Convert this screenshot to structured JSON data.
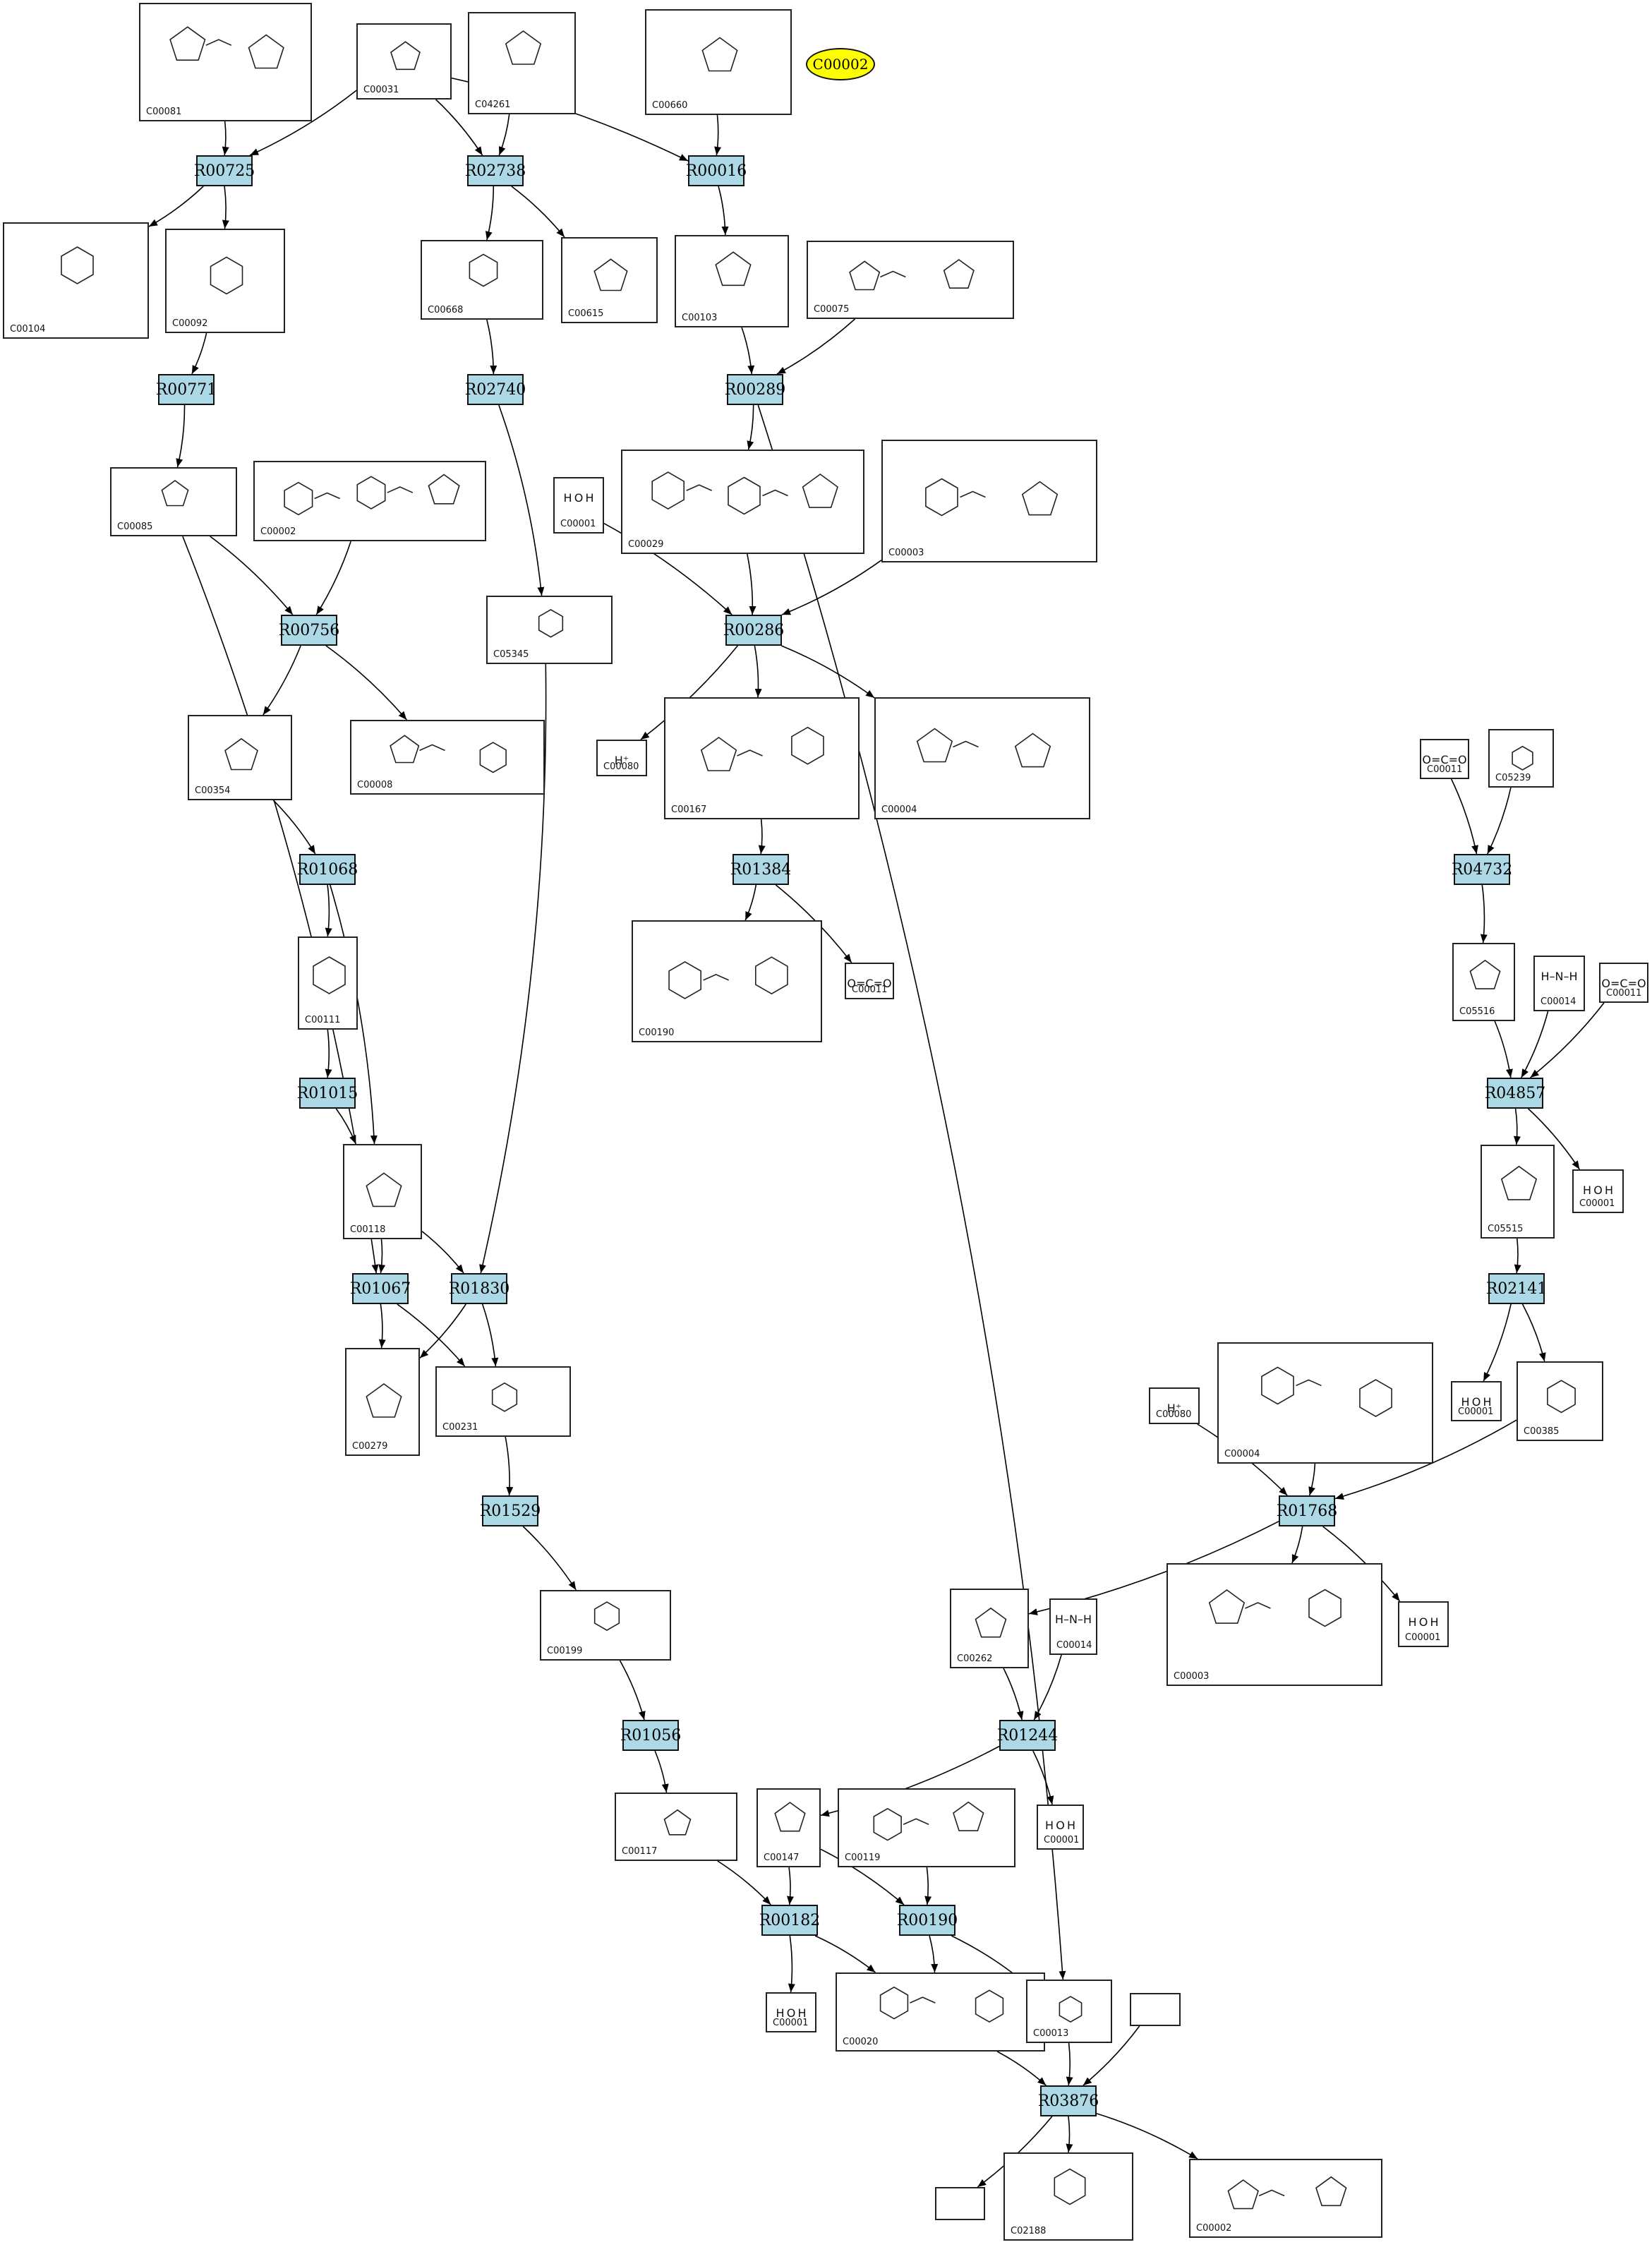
{
  "legend": {
    "text": "C00002"
  },
  "colors": {
    "reaction": "#add8e6",
    "highlight": "#ffff00",
    "edge": "#000000"
  },
  "reactions": [
    "R00725",
    "R02738",
    "R00016",
    "R00771",
    "R02740",
    "R00289",
    "R00756",
    "R00286",
    "R01068",
    "R01384",
    "R04732",
    "R01015",
    "R04857",
    "R01067",
    "R01830",
    "R02141",
    "R01529",
    "R01768",
    "R01056",
    "R01244",
    "R00182",
    "R00190",
    "R03876"
  ],
  "compounds": {
    "C00081": {
      "label": "C00081"
    },
    "C00031": {
      "label": "C00031"
    },
    "C04261": {
      "label": "C04261"
    },
    "C00660": {
      "label": "C00660"
    },
    "C00104": {
      "label": "C00104"
    },
    "C00092": {
      "label": "C00092"
    },
    "C00668": {
      "label": "C00668"
    },
    "C00615": {
      "label": "C00615"
    },
    "C00103": {
      "label": "C00103"
    },
    "C00075": {
      "label": "C00075"
    },
    "C00085": {
      "label": "C00085"
    },
    "C00002a": {
      "label": "C00002"
    },
    "C00001a": {
      "label": "C00001",
      "text": "H O H"
    },
    "C00029": {
      "label": "C00029"
    },
    "C00003a": {
      "label": "C00003"
    },
    "C05345": {
      "label": "C05345"
    },
    "C00354": {
      "label": "C00354"
    },
    "C00008": {
      "label": "C00008"
    },
    "C00080a": {
      "label": "C00080",
      "text": "H⁺"
    },
    "C00167": {
      "label": "C00167"
    },
    "C00004a": {
      "label": "C00004"
    },
    "C00011a": {
      "label": "C00011",
      "text": "O=C=O"
    },
    "C05239": {
      "label": "C05239"
    },
    "C00111": {
      "label": "C00111"
    },
    "C00190": {
      "label": "C00190"
    },
    "C00011b": {
      "label": "C00011",
      "text": "O=C=O"
    },
    "C05516": {
      "label": "C05516"
    },
    "C00014a": {
      "label": "C00014",
      "text": "H–N–H"
    },
    "C00011c": {
      "label": "C00011",
      "text": "O=C=O"
    },
    "C00118": {
      "label": "C00118"
    },
    "C05515": {
      "label": "C05515"
    },
    "C00001b": {
      "label": "C00001",
      "text": "H O H"
    },
    "C00279": {
      "label": "C00279"
    },
    "C00231": {
      "label": "C00231"
    },
    "C00080b": {
      "label": "C00080",
      "text": "H⁺"
    },
    "C00004b": {
      "label": "C00004"
    },
    "C00001c": {
      "label": "C00001",
      "text": "H O H"
    },
    "C00385": {
      "label": "C00385"
    },
    "C00199": {
      "label": "C00199"
    },
    "C00262": {
      "label": "C00262"
    },
    "C00014b": {
      "label": "C00014",
      "text": "H–N–H"
    },
    "C00003b": {
      "label": "C00003"
    },
    "C00001d": {
      "label": "C00001",
      "text": "H O H"
    },
    "C00117": {
      "label": "C00117"
    },
    "C00147": {
      "label": "C00147"
    },
    "C00119": {
      "label": "C00119"
    },
    "C00001e": {
      "label": "C00001",
      "text": "H O H"
    },
    "C00001f": {
      "label": "C00001",
      "text": "H O H"
    },
    "C00020": {
      "label": "C00020"
    },
    "C00013": {
      "label": "C00013"
    },
    "EMPTY1": {
      "label": ""
    },
    "EMPTY2": {
      "label": ""
    },
    "C02188": {
      "label": "C02188"
    },
    "C00002b": {
      "label": "C00002"
    }
  }
}
